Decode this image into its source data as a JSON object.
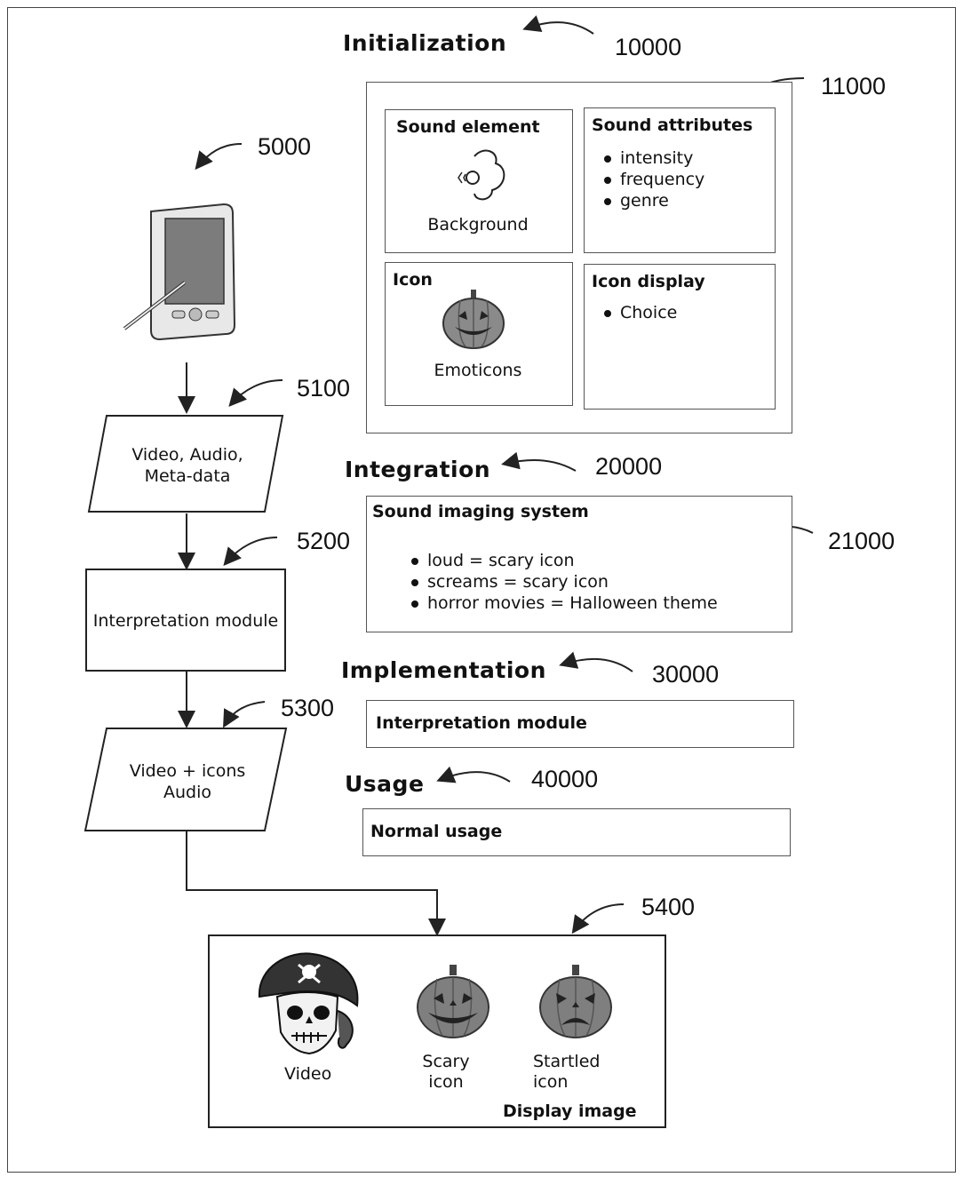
{
  "initialization": {
    "title": "Initialization",
    "ref": "10000",
    "panel_ref": "11000"
  },
  "sound_element": {
    "title": "Sound element",
    "caption": "Background"
  },
  "sound_attributes": {
    "title": "Sound attributes",
    "items": [
      "intensity",
      "frequency",
      "genre"
    ]
  },
  "icon": {
    "title": "Icon",
    "caption": "Emoticons"
  },
  "icon_display": {
    "title": "Icon display",
    "items": [
      "Choice"
    ]
  },
  "integration": {
    "title": "Integration",
    "ref": "20000",
    "panel_ref": "21000",
    "box_title": "Sound imaging system",
    "items": [
      "loud = scary icon",
      "screams = scary icon",
      "horror movies = Halloween theme"
    ]
  },
  "implementation": {
    "title": "Implementation",
    "ref": "30000",
    "box_title": "Interpretation module"
  },
  "usage": {
    "title": "Usage",
    "ref": "40000",
    "box_title": "Normal usage"
  },
  "flow": {
    "device_ref": "5000",
    "input_ref": "5100",
    "input_line1": "Video, Audio,",
    "input_line2": "Meta-data",
    "module_ref": "5200",
    "module_label": "Interpretation module",
    "output_ref": "5300",
    "output_line1": "Video + icons",
    "output_line2": "Audio",
    "display_ref": "5400"
  },
  "display": {
    "title": "Display image",
    "video_label": "Video",
    "scary_line1": "Scary",
    "scary_line2": "icon",
    "startled_line1": "Startled",
    "startled_line2": "icon"
  }
}
